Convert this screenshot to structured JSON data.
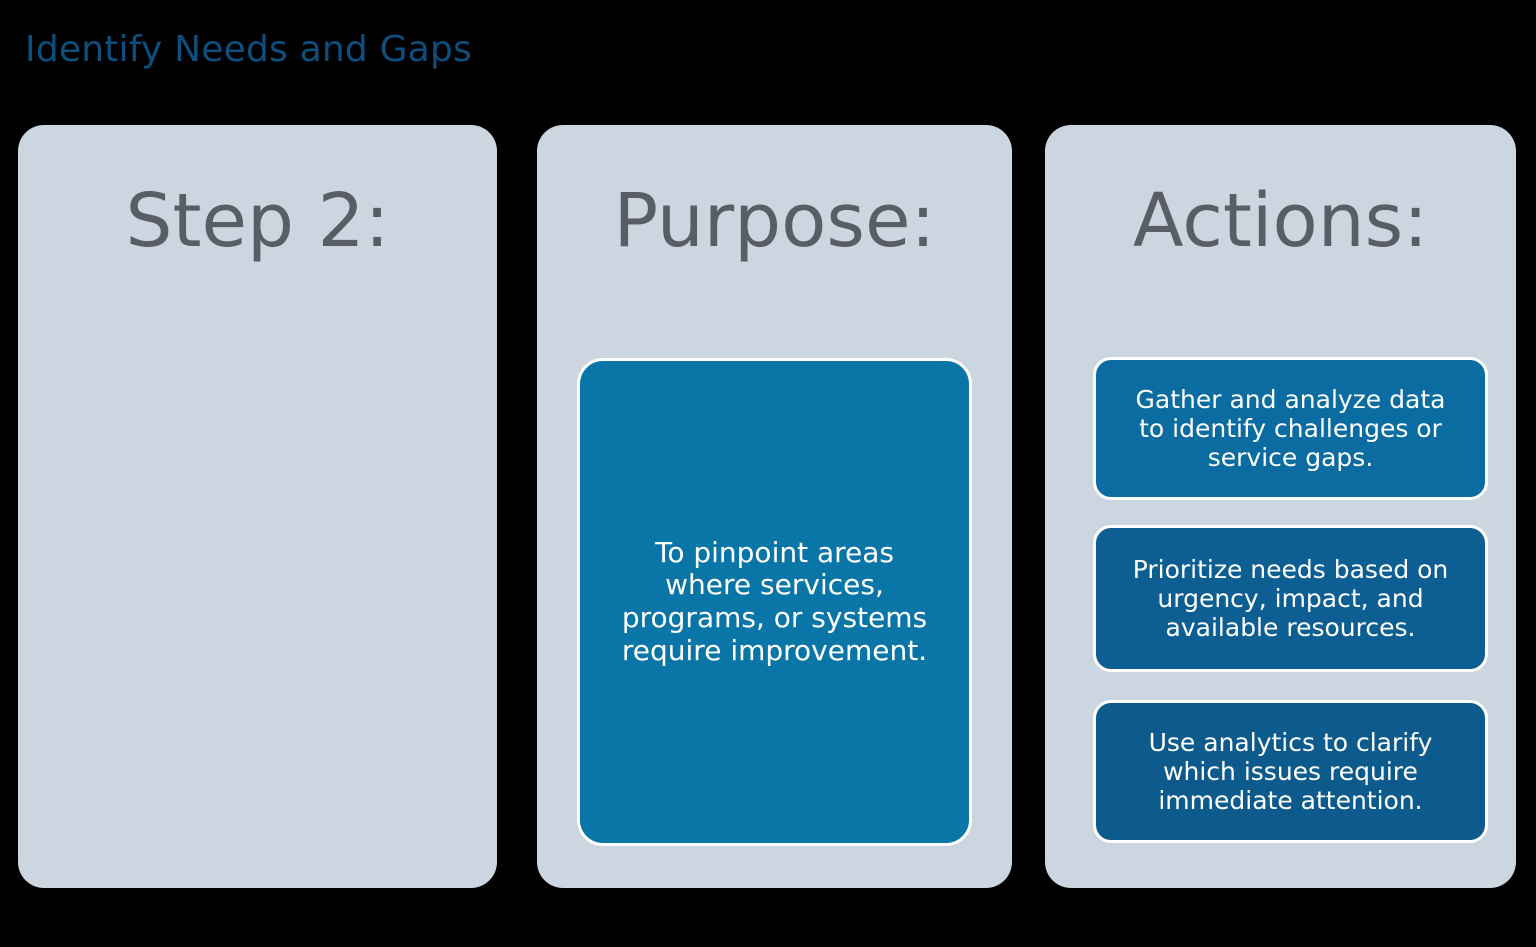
{
  "slide": {
    "title": "Identify Needs and Gaps",
    "background_color": "#000000",
    "title_color": "#0d4e7c",
    "panel_background_color": "#ccd6e0",
    "heading_color": "#595e66"
  },
  "panels": [
    {
      "heading": "Step 2:",
      "name": "step"
    },
    {
      "heading": "Purpose:",
      "name": "purpose",
      "box": {
        "text": "To pinpoint areas where services, programs, or systems require improvement.",
        "color": "#0a76a8"
      }
    },
    {
      "heading": "Actions:",
      "name": "actions",
      "boxes": [
        {
          "text": "Gather and analyze data to identify challenges or service gaps.",
          "color": "#0a6ca0"
        },
        {
          "text": "Prioritize needs based on urgency, impact, and available resources.",
          "color": "#0d5f93"
        },
        {
          "text": "Use analytics to clarify which issues require immediate attention.",
          "color": "#0d5b8c"
        }
      ]
    }
  ]
}
